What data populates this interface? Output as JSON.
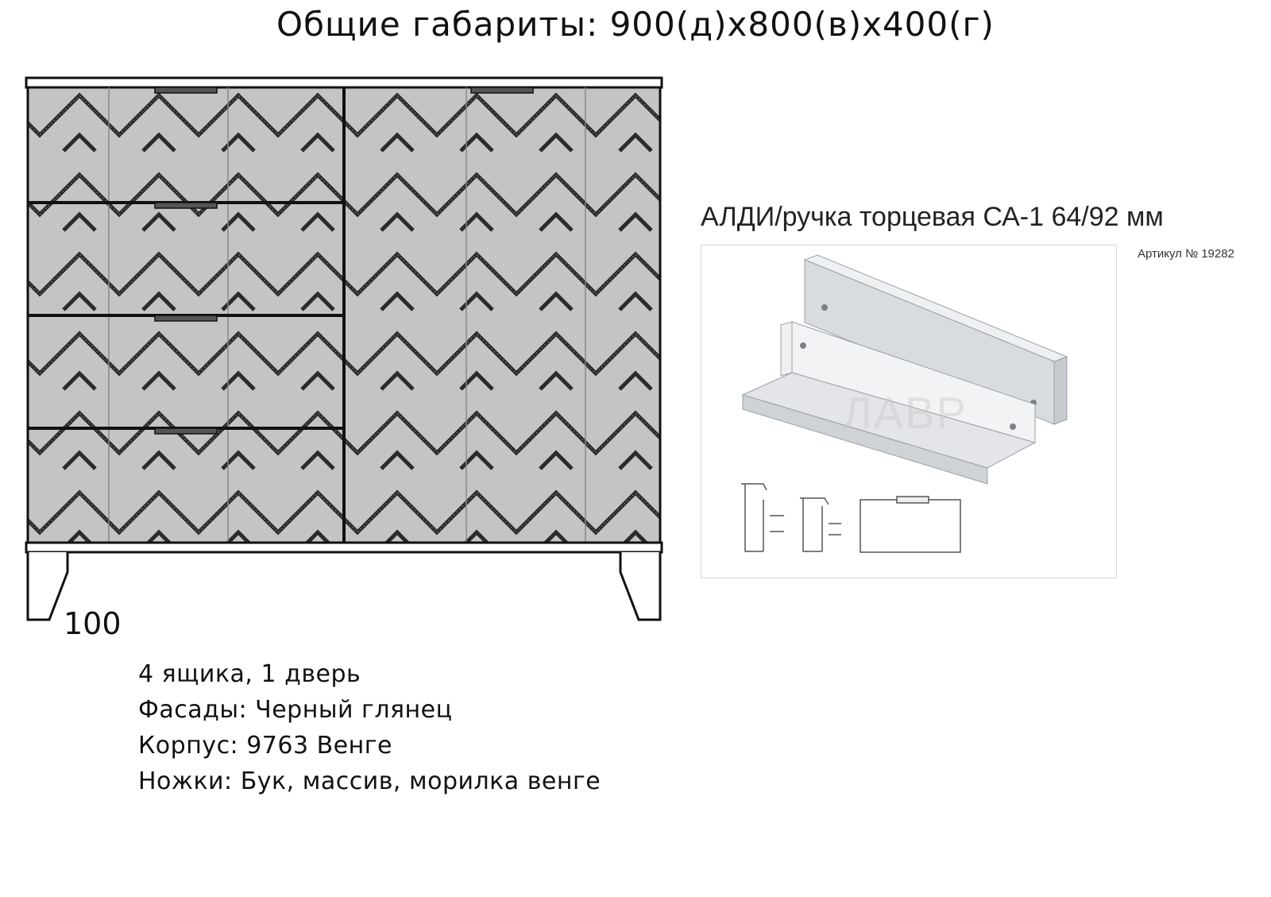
{
  "title": "Общие габариты: 900(д)х800(в)х400(г)",
  "leg_height_label": "100",
  "specs": {
    "line1": "4 ящика, 1 дверь",
    "line2": "Фасады: Черный глянец",
    "line3": "Корпус: 9763 Венге",
    "line4": "Ножки: Бук, массив, морилка венге"
  },
  "handle": {
    "title": "АЛДИ/ручка торцевая СА-1 64/92 мм",
    "article_label": "Артикул №",
    "article_number": "19282",
    "watermark": "ЛАВР"
  },
  "colors": {
    "facade_fill": "#c4c3c6",
    "pattern_line": "#2b2a2d",
    "outline": "#111111",
    "handle_metal": "#dfe1e4"
  },
  "cabinet": {
    "drawers": 4,
    "doors": 1
  }
}
